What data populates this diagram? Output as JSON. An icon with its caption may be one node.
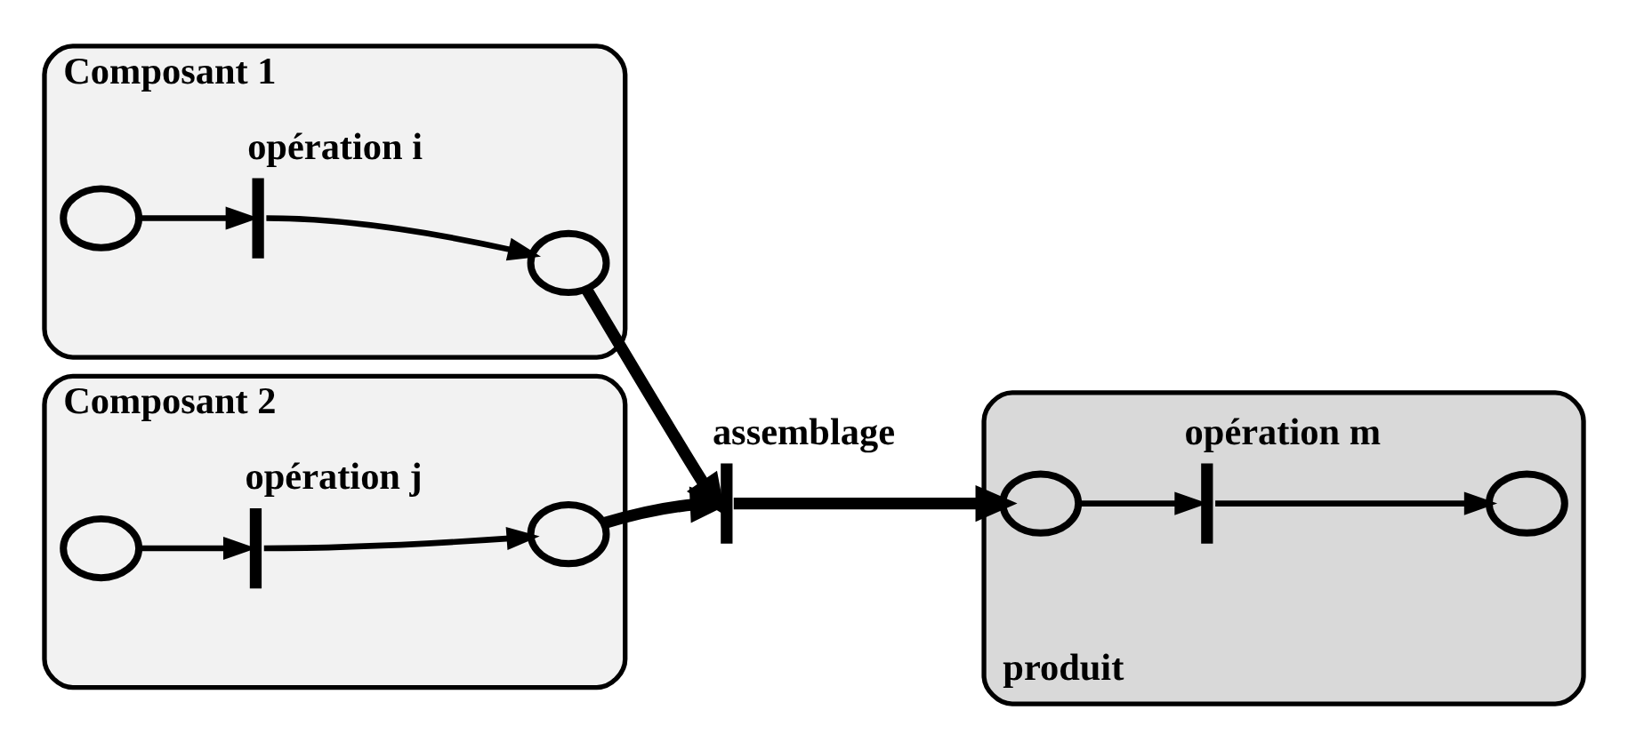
{
  "diagram": {
    "nodes": [
      {
        "text": [
          "Composant 1"
        ]
      },
      {
        "text": [],
        "shape": "circle",
        "in": 0
      },
      {
        "text": [],
        "shape": "bar",
        "in": 0,
        "beside": [
          "opération i"
        ]
      },
      {
        "text": [],
        "shape": "circle",
        "in": 0
      },
      {
        "text": [
          "Composant 2"
        ]
      },
      {
        "text": [],
        "shape": "circle",
        "in": 4
      },
      {
        "text": [],
        "shape": "bar",
        "in": 4,
        "beside": [
          "opération j"
        ]
      },
      {
        "text": [],
        "shape": "circle",
        "in": 4
      },
      {
        "text": [],
        "shape": "bar",
        "beside": [
          "assemblage"
        ]
      },
      {
        "text": [
          "produit"
        ]
      },
      {
        "text": [],
        "shape": "circle",
        "in": 9
      },
      {
        "text": [],
        "shape": "bar",
        "in": 9,
        "beside": [
          "opération m"
        ]
      },
      {
        "text": [],
        "shape": "circle",
        "in": 9
      }
    ],
    "edges": [
      {
        "from": 1,
        "to": 2,
        "arrow": "to"
      },
      {
        "from": 2,
        "to": 3,
        "arrow": "to"
      },
      {
        "from": 5,
        "to": 6,
        "arrow": "to"
      },
      {
        "from": 6,
        "to": 7,
        "arrow": "to"
      },
      {
        "from": 3,
        "to": 8,
        "arrow": "to",
        "style": "thick"
      },
      {
        "from": 7,
        "to": 8,
        "arrow": "to",
        "style": "thick"
      },
      {
        "from": 8,
        "to": 10,
        "arrow": "to",
        "style": "thick"
      },
      {
        "from": 10,
        "to": 11,
        "arrow": "to"
      },
      {
        "from": 11,
        "to": 12,
        "arrow": "to"
      }
    ]
  }
}
